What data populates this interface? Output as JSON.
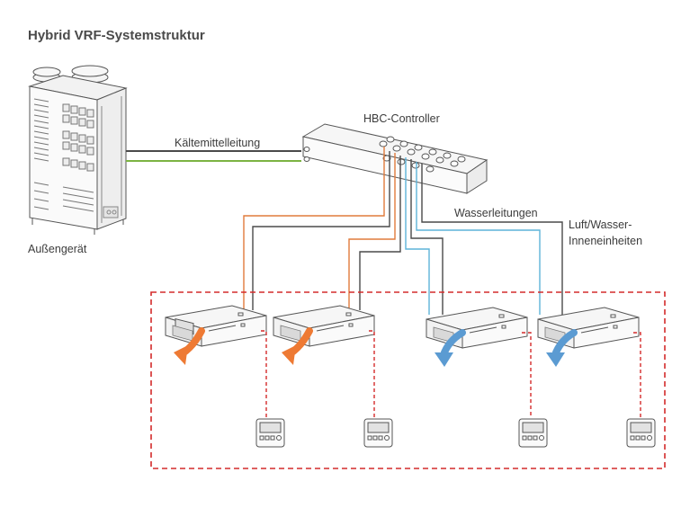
{
  "title": "Hybrid VRF-Systemstruktur",
  "labels": {
    "outdoor_unit": "Außengerät",
    "refrigerant_line": "Kältemittelleitung",
    "hbc_controller": "HBC-Controller",
    "water_lines": "Wasserleitungen",
    "indoor_units_line1": "Luft/Wasser-",
    "indoor_units_line2": "Inneneinheiten"
  },
  "colors": {
    "refrigerant_hot": "#e07b3c",
    "water": "#5db4d9",
    "pipe_dark": "#4a4a4a",
    "pipe_green": "#7cb342",
    "boundary": "#d42b2b",
    "arrow_heat": "#ee7a34",
    "arrow_cool": "#5b9bd2"
  }
}
